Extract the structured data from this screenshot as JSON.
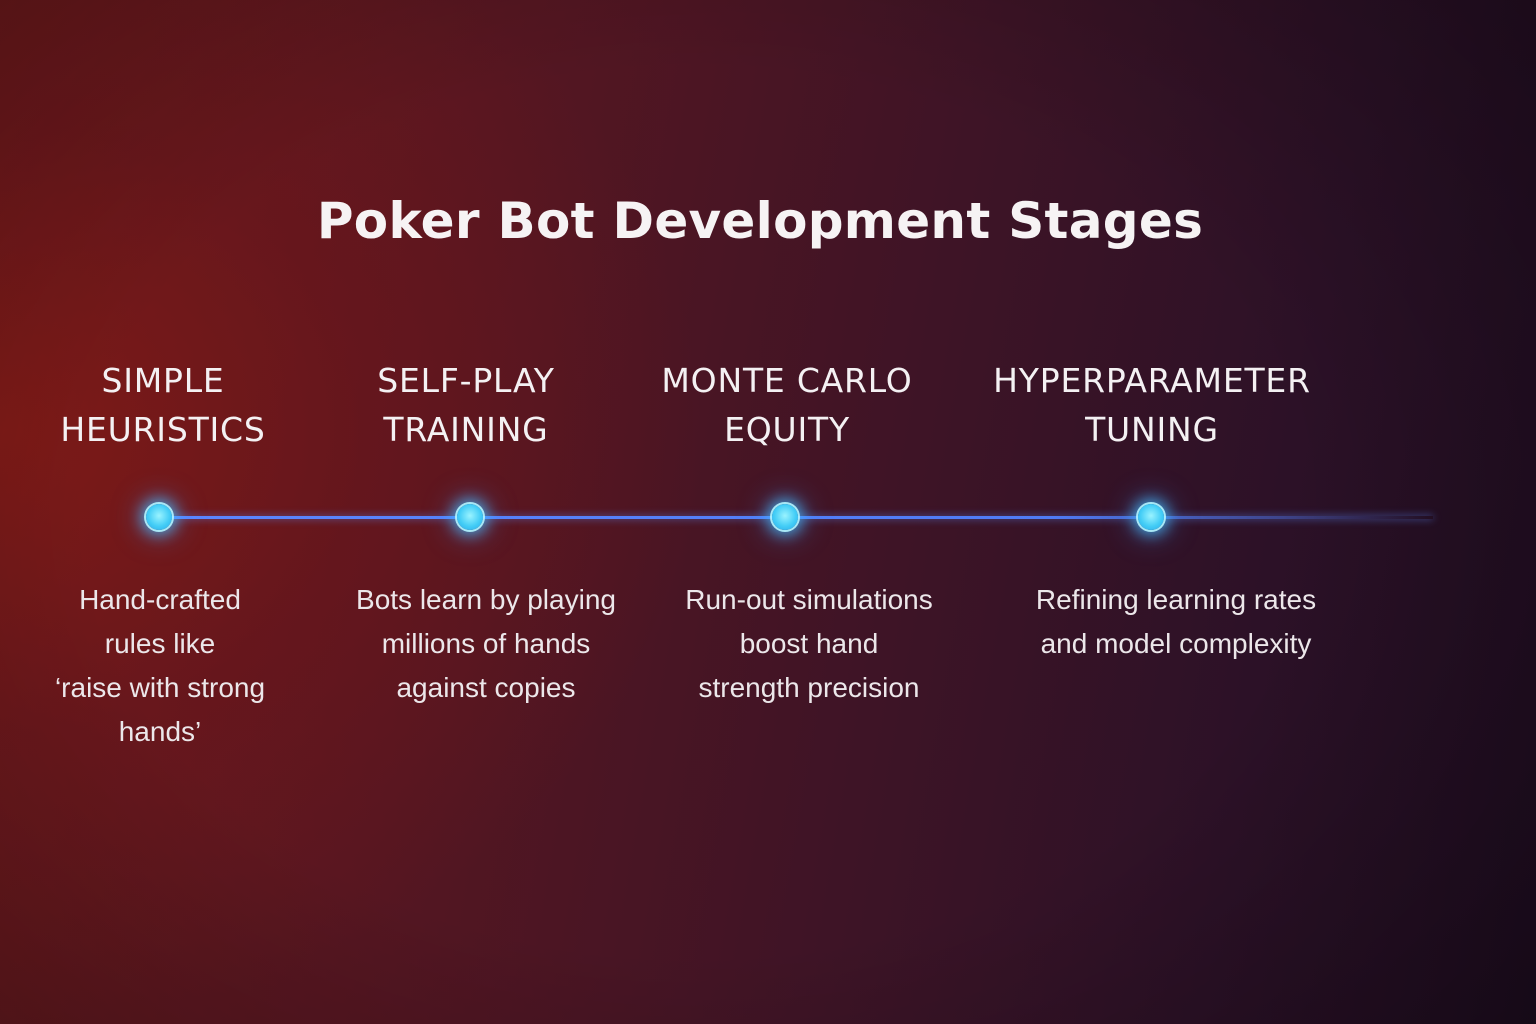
{
  "title": "Poker Bot Development Stages",
  "stages": [
    {
      "heading": "SIMPLE\nHEURISTICS",
      "description": "Hand-crafted\nrules like\n‘raise with strong\nhands’"
    },
    {
      "heading": "SELF-PLAY\nTRAINING",
      "description": "Bots learn by playing\nmillions of hands\nagainst copies"
    },
    {
      "heading": "MONTE CARLO\nEQUITY",
      "description": "Run-out simulations\nboost hand\nstrength precision"
    },
    {
      "heading": "HYPERPARAMETER\nTUNING",
      "description": "Refining learning rates\nand model complexity"
    }
  ],
  "colors": {
    "timeline": "#5c86ff",
    "node": "#43cdf6"
  }
}
